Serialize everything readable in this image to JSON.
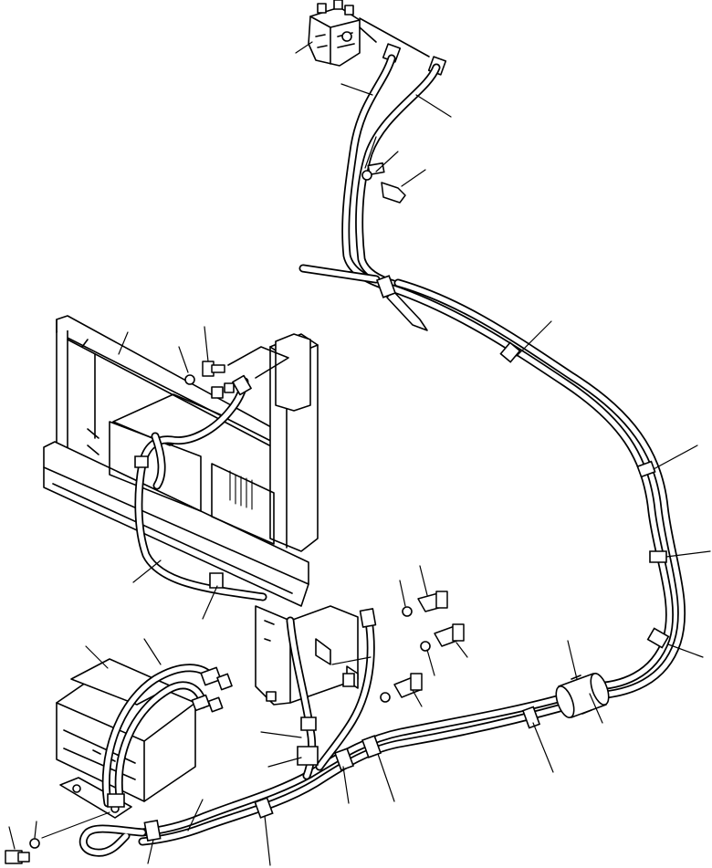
{
  "diagram": {
    "background": "#ffffff",
    "line_color": "#000000",
    "style": "line-art exploded parts view of hose routing",
    "components": [
      {
        "id": "top-valve",
        "icon": "valve-block-icon"
      },
      {
        "id": "radiator-grille",
        "icon": "radiator-icon"
      },
      {
        "id": "bracket-plate",
        "icon": "bracket-icon"
      },
      {
        "id": "control-box",
        "icon": "box-housing-icon"
      },
      {
        "id": "inline-filter",
        "icon": "canister-icon"
      },
      {
        "id": "hose-assembly",
        "icon": "hose-icon"
      }
    ],
    "callout_count": 33
  }
}
